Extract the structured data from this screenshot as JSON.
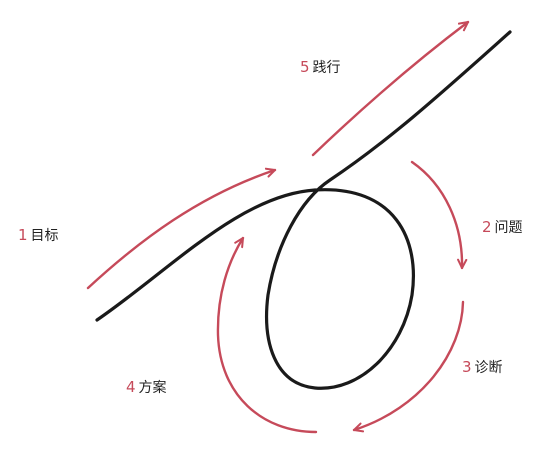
{
  "colors": {
    "accent": "#c64a5a",
    "curve": "#1a1a1a",
    "text": "#222222"
  },
  "steps": [
    {
      "num": "1",
      "label": "目标"
    },
    {
      "num": "2",
      "label": "问题"
    },
    {
      "num": "3",
      "label": "诊断"
    },
    {
      "num": "4",
      "label": "方案"
    },
    {
      "num": "5",
      "label": "践行"
    }
  ]
}
